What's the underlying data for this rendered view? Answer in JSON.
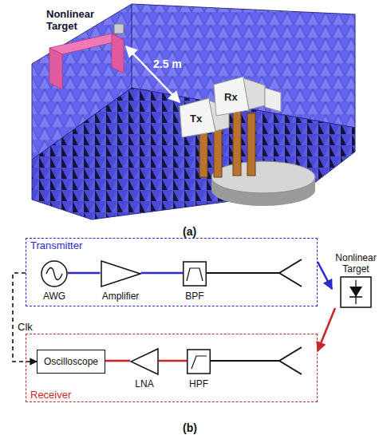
{
  "diagram": {
    "nodes": [
      {
        "text": [
          "Transmitter"
        ]
      },
      {
        "text": [
          "AWG"
        ],
        "in": 0
      },
      {
        "text": [
          "Amplifier"
        ],
        "in": 0
      },
      {
        "text": [
          "BPF"
        ],
        "in": 0
      },
      {
        "text": [
          "Nonlinear Target"
        ]
      },
      {
        "text": [
          "Receiver"
        ]
      },
      {
        "text": [
          "Oscilloscope"
        ],
        "in": 5
      },
      {
        "text": [
          "LNA"
        ],
        "in": 5
      },
      {
        "text": [
          "HPF"
        ],
        "in": 5
      }
    ],
    "edges": [
      {
        "from": 1,
        "to": 2,
        "arrow": "none"
      },
      {
        "from": 2,
        "to": 3,
        "arrow": "none"
      },
      {
        "from": 8,
        "to": 7,
        "arrow": "none"
      },
      {
        "from": 7,
        "to": 6,
        "arrow": "none"
      },
      {
        "from": 0,
        "to": 4,
        "arrow": "to"
      },
      {
        "from": 4,
        "to": 5,
        "arrow": "to"
      },
      {
        "from": 0,
        "to": 6,
        "label": "Clk",
        "arrow": "to"
      }
    ],
    "labels": [
      "Nonlinear Target",
      "2.5 m",
      "Tx",
      "Rx",
      "(a)",
      "(b)"
    ]
  }
}
